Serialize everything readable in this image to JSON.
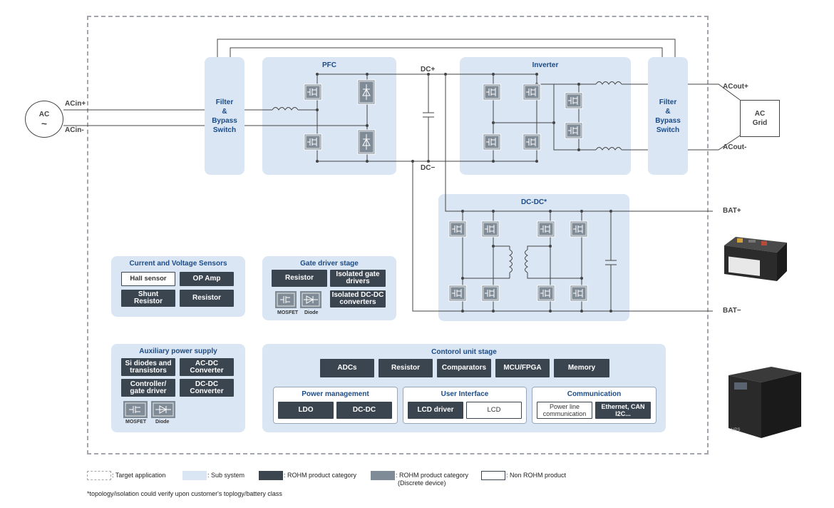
{
  "ac_source": {
    "label": "AC",
    "symbol": "~"
  },
  "ac_in": {
    "plus": "ACin+",
    "minus": "ACin-"
  },
  "ac_out": {
    "plus": "ACout+",
    "minus": "ACout-"
  },
  "dc_bus": {
    "plus": "DC+",
    "minus": "DC−"
  },
  "battery": {
    "plus": "BAT+",
    "minus": "BAT−"
  },
  "ac_grid": {
    "line1": "AC",
    "line2": "Grid"
  },
  "filter_left": {
    "l1": "Filter",
    "l2": "&",
    "l3": "Bypass",
    "l4": "Switch"
  },
  "filter_right": {
    "l1": "Filter",
    "l2": "&",
    "l3": "Bypass",
    "l4": "Switch"
  },
  "blocks": {
    "pfc": "PFC",
    "inverter": "Inverter",
    "dcdc": "DC-DC*"
  },
  "sensors": {
    "title": "Current and Voltage Sensors",
    "hall": "Hall sensor",
    "opamp": "OP Amp",
    "shunt_1": "Shunt",
    "shunt_2": "Resistor",
    "resistor": "Resistor"
  },
  "gate_driver": {
    "title": "Gate driver stage",
    "resistor": "Resistor",
    "isolated_gate_1": "Isolated gate",
    "isolated_gate_2": "drivers",
    "isolated_dcdc_1": "Isolated DC-DC",
    "isolated_dcdc_2": "converters",
    "mosfet": "MOSFET",
    "diode": "Diode"
  },
  "aux": {
    "title": "Auxiliary power supply",
    "si_1": "Si diodes and",
    "si_2": "transistors",
    "acdc_1": "AC-DC",
    "acdc_2": "Converter",
    "ctrl_1": "Controller/",
    "ctrl_2": "gate driver",
    "dcdc_1": "DC-DC",
    "dcdc_2": "Converter",
    "mosfet": "MOSFET",
    "diode": "Diode"
  },
  "control": {
    "title": "Contorol unit stage",
    "adcs": "ADCs",
    "resistor": "Resistor",
    "comparators": "Comparators",
    "mcu": "MCU/FPGA",
    "memory": "Memory",
    "power_mgmt": {
      "title": "Power management",
      "ldo": "LDO",
      "dcdc": "DC-DC"
    },
    "ui": {
      "title": "User Interface",
      "lcd_driver": "LCD driver",
      "lcd": "LCD"
    },
    "comm": {
      "title": "Communication",
      "plc_1": "Power line",
      "plc_2": "communication",
      "eth_1": "Ethernet, CAN",
      "eth_2": "I2C..."
    }
  },
  "ups_label": "UPS",
  "legend": {
    "target": ": Target application",
    "sub": ": Sub system",
    "rohm": ": ROHM product category",
    "rohm_discrete_1": ": ROHM product category",
    "rohm_discrete_2": "(Discrete device)",
    "non_rohm": ": Non ROHM product"
  },
  "footnote": "*topology/isolation could verify upon customer's toplogy/battery class",
  "colors": {
    "subsystem": "#dae6f3",
    "rohm": "#3b4550",
    "rohm_discrete": "#7f8b96",
    "title_blue": "#1c4b86"
  }
}
